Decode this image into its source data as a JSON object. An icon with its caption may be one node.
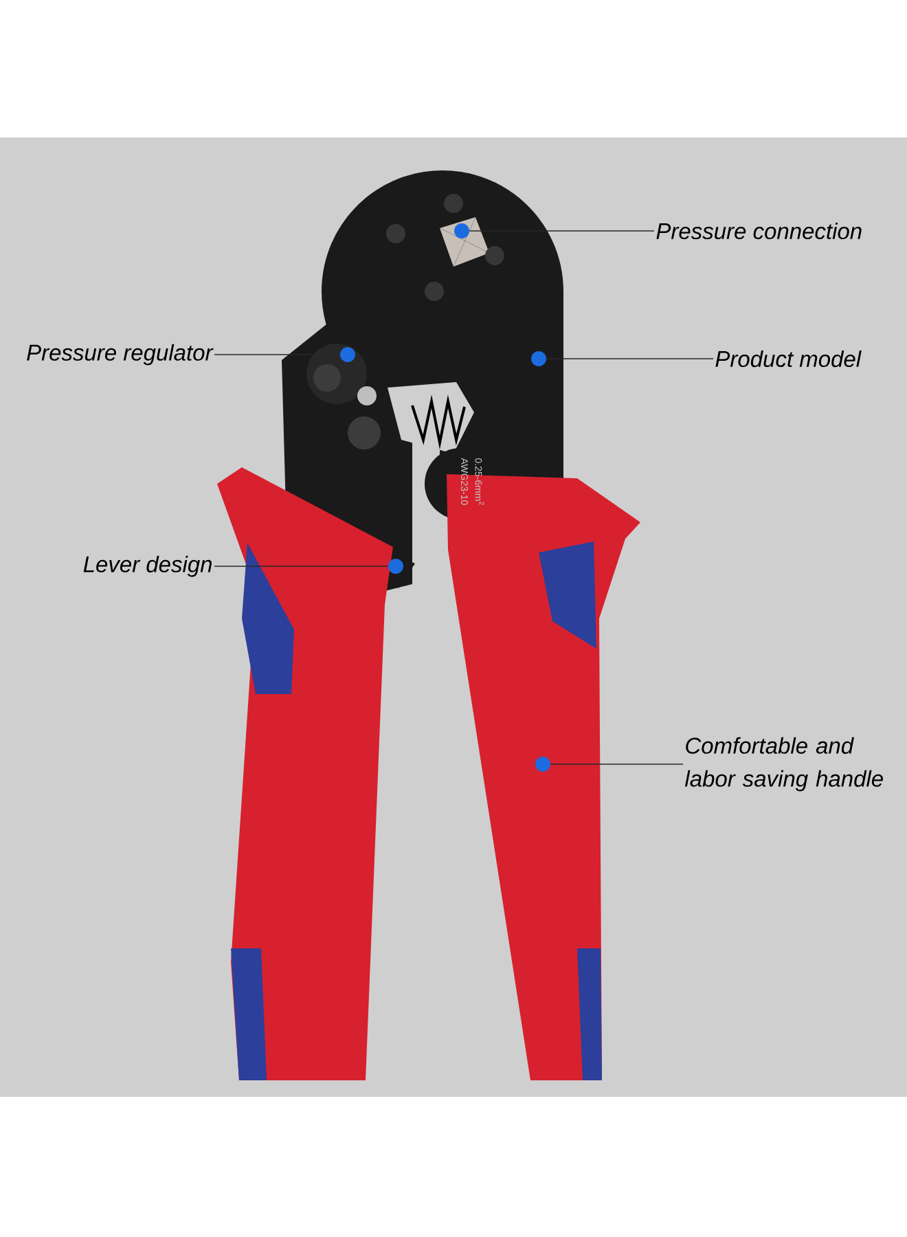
{
  "diagram": {
    "nodes": [
      {
        "text": [
          "Pressure connection"
        ]
      },
      {
        "text": [
          "Pressure regulator"
        ]
      },
      {
        "text": [
          "Product model"
        ]
      },
      {
        "text": [
          "Lever design"
        ]
      },
      {
        "text": [
          "Comfortable and labor saving handle"
        ]
      },
      {
        "text": [],
        "shape": "circle"
      },
      {
        "text": [],
        "shape": "circle"
      },
      {
        "text": [],
        "shape": "circle"
      },
      {
        "text": [],
        "shape": "circle"
      },
      {
        "text": [],
        "shape": "circle"
      }
    ],
    "edges": [
      {
        "from": 0,
        "to": 5,
        "arrow": "none"
      },
      {
        "from": 1,
        "to": 6,
        "arrow": "none"
      },
      {
        "from": 2,
        "to": 7,
        "arrow": "none"
      },
      {
        "from": 3,
        "to": 8,
        "arrow": "none"
      },
      {
        "from": 4,
        "to": 9,
        "arrow": "none"
      }
    ],
    "labels": [
      "0.25-6mm$^{2}$",
      "AWG23-10"
    ]
  }
}
